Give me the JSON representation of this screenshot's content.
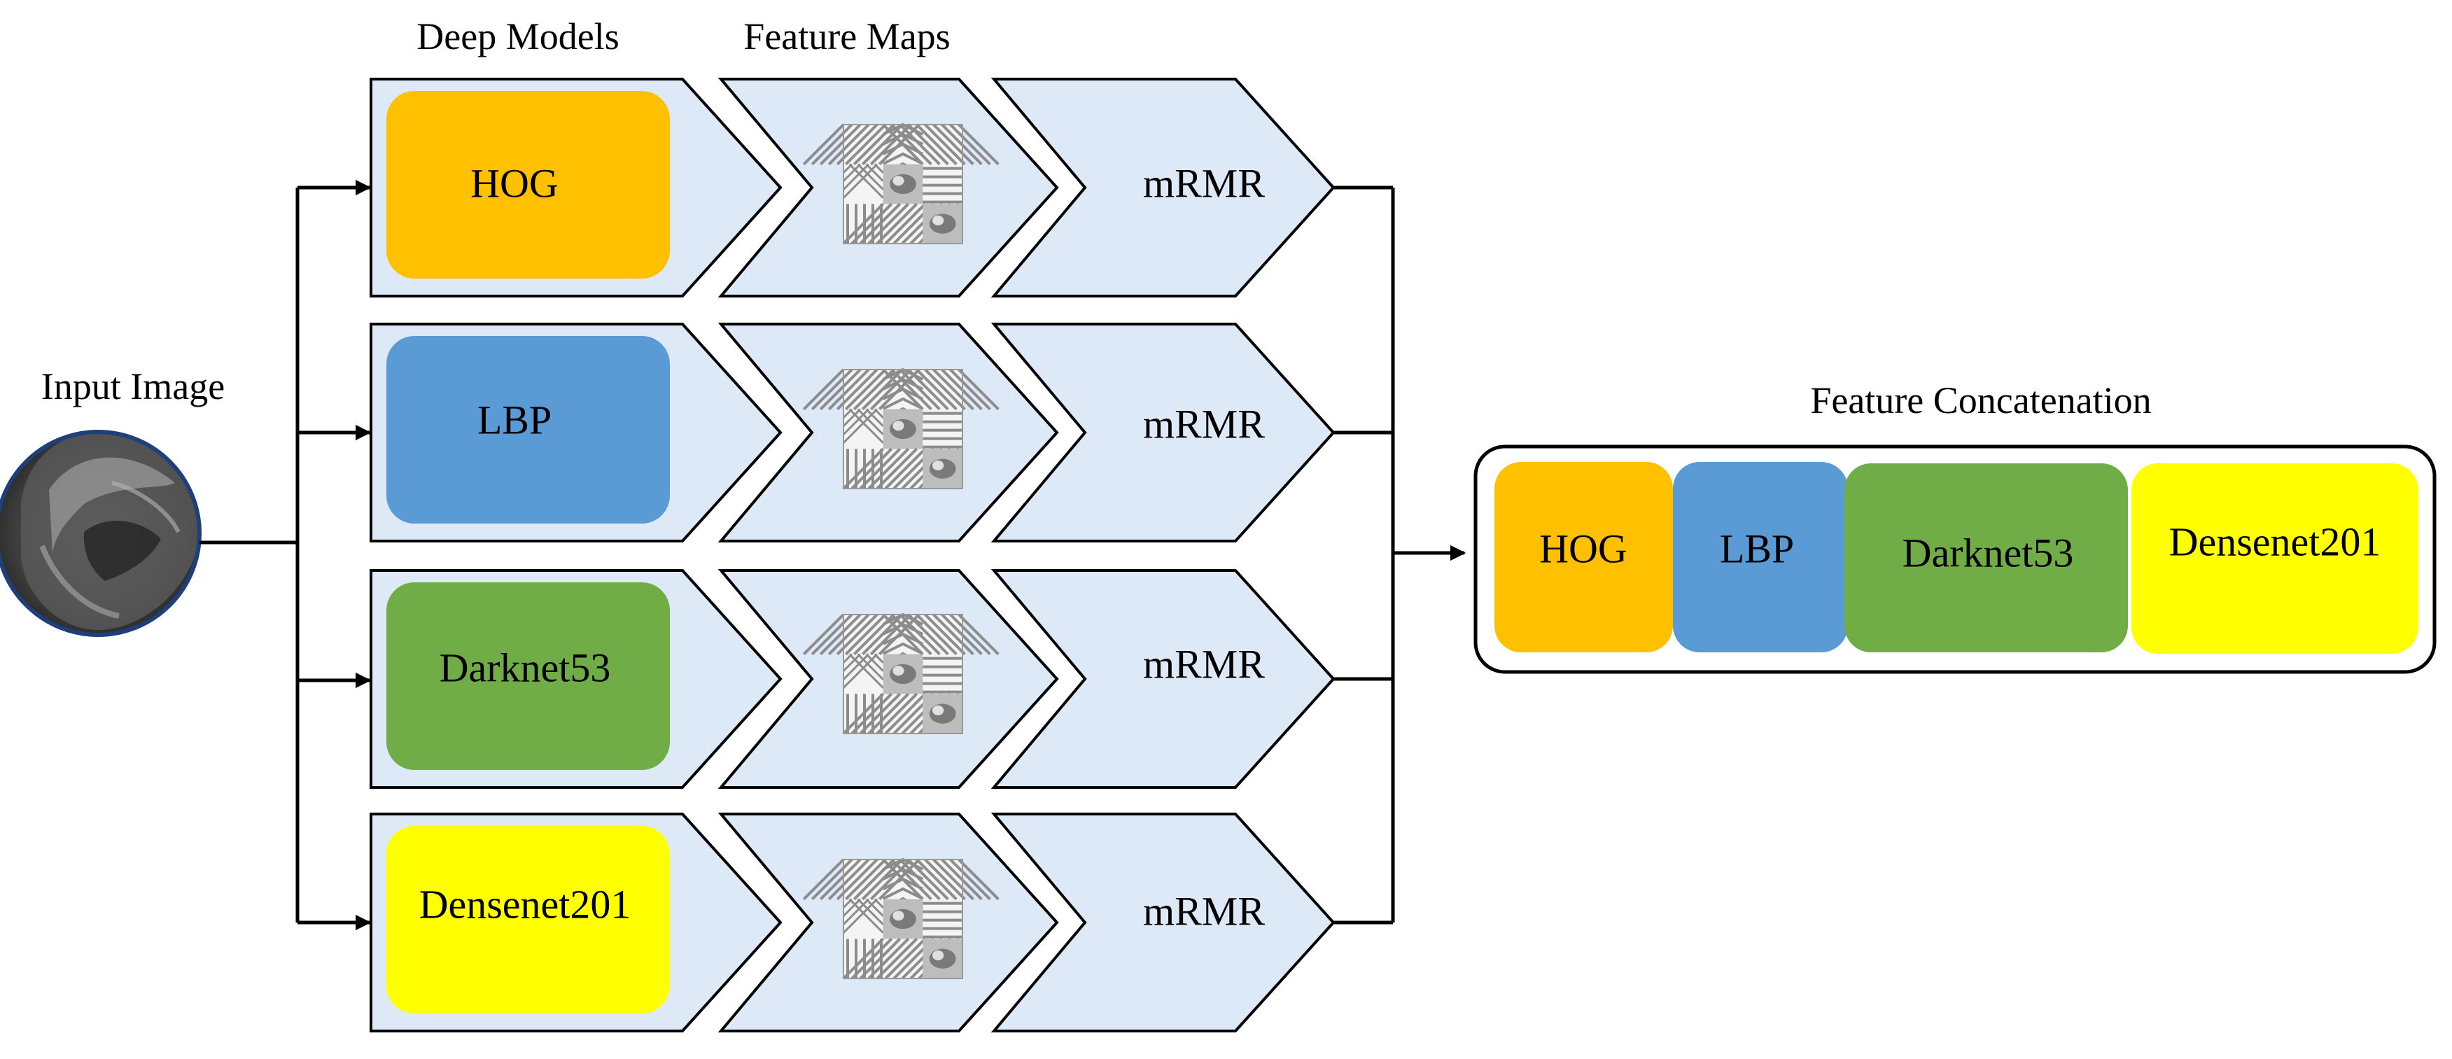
{
  "headers": {
    "deep_models": "Deep Models",
    "feature_maps": "Feature Maps",
    "input_image": "Input Image",
    "feature_concatenation": "Feature Concatenation"
  },
  "rows": [
    {
      "model": "HOG",
      "color": "#FFC000",
      "selection": "mRMR"
    },
    {
      "model": "LBP",
      "color": "#5B9BD5",
      "selection": "mRMR"
    },
    {
      "model": "Darknet53",
      "color": "#70AD47",
      "selection": "mRMR"
    },
    {
      "model": "Densenet201",
      "color": "#FFFF00",
      "selection": "mRMR"
    }
  ],
  "concatenation": [
    {
      "label": "HOG",
      "color": "#FFC000"
    },
    {
      "label": "LBP",
      "color": "#5B9BD5"
    },
    {
      "label": "Darknet53",
      "color": "#70AD47"
    },
    {
      "label": "Densenet201",
      "color": "#FFFF00"
    }
  ],
  "colors": {
    "chevron_fill": "#DDE9F6",
    "stroke": "#000000",
    "pattern_gray": "#8C8C8C"
  }
}
